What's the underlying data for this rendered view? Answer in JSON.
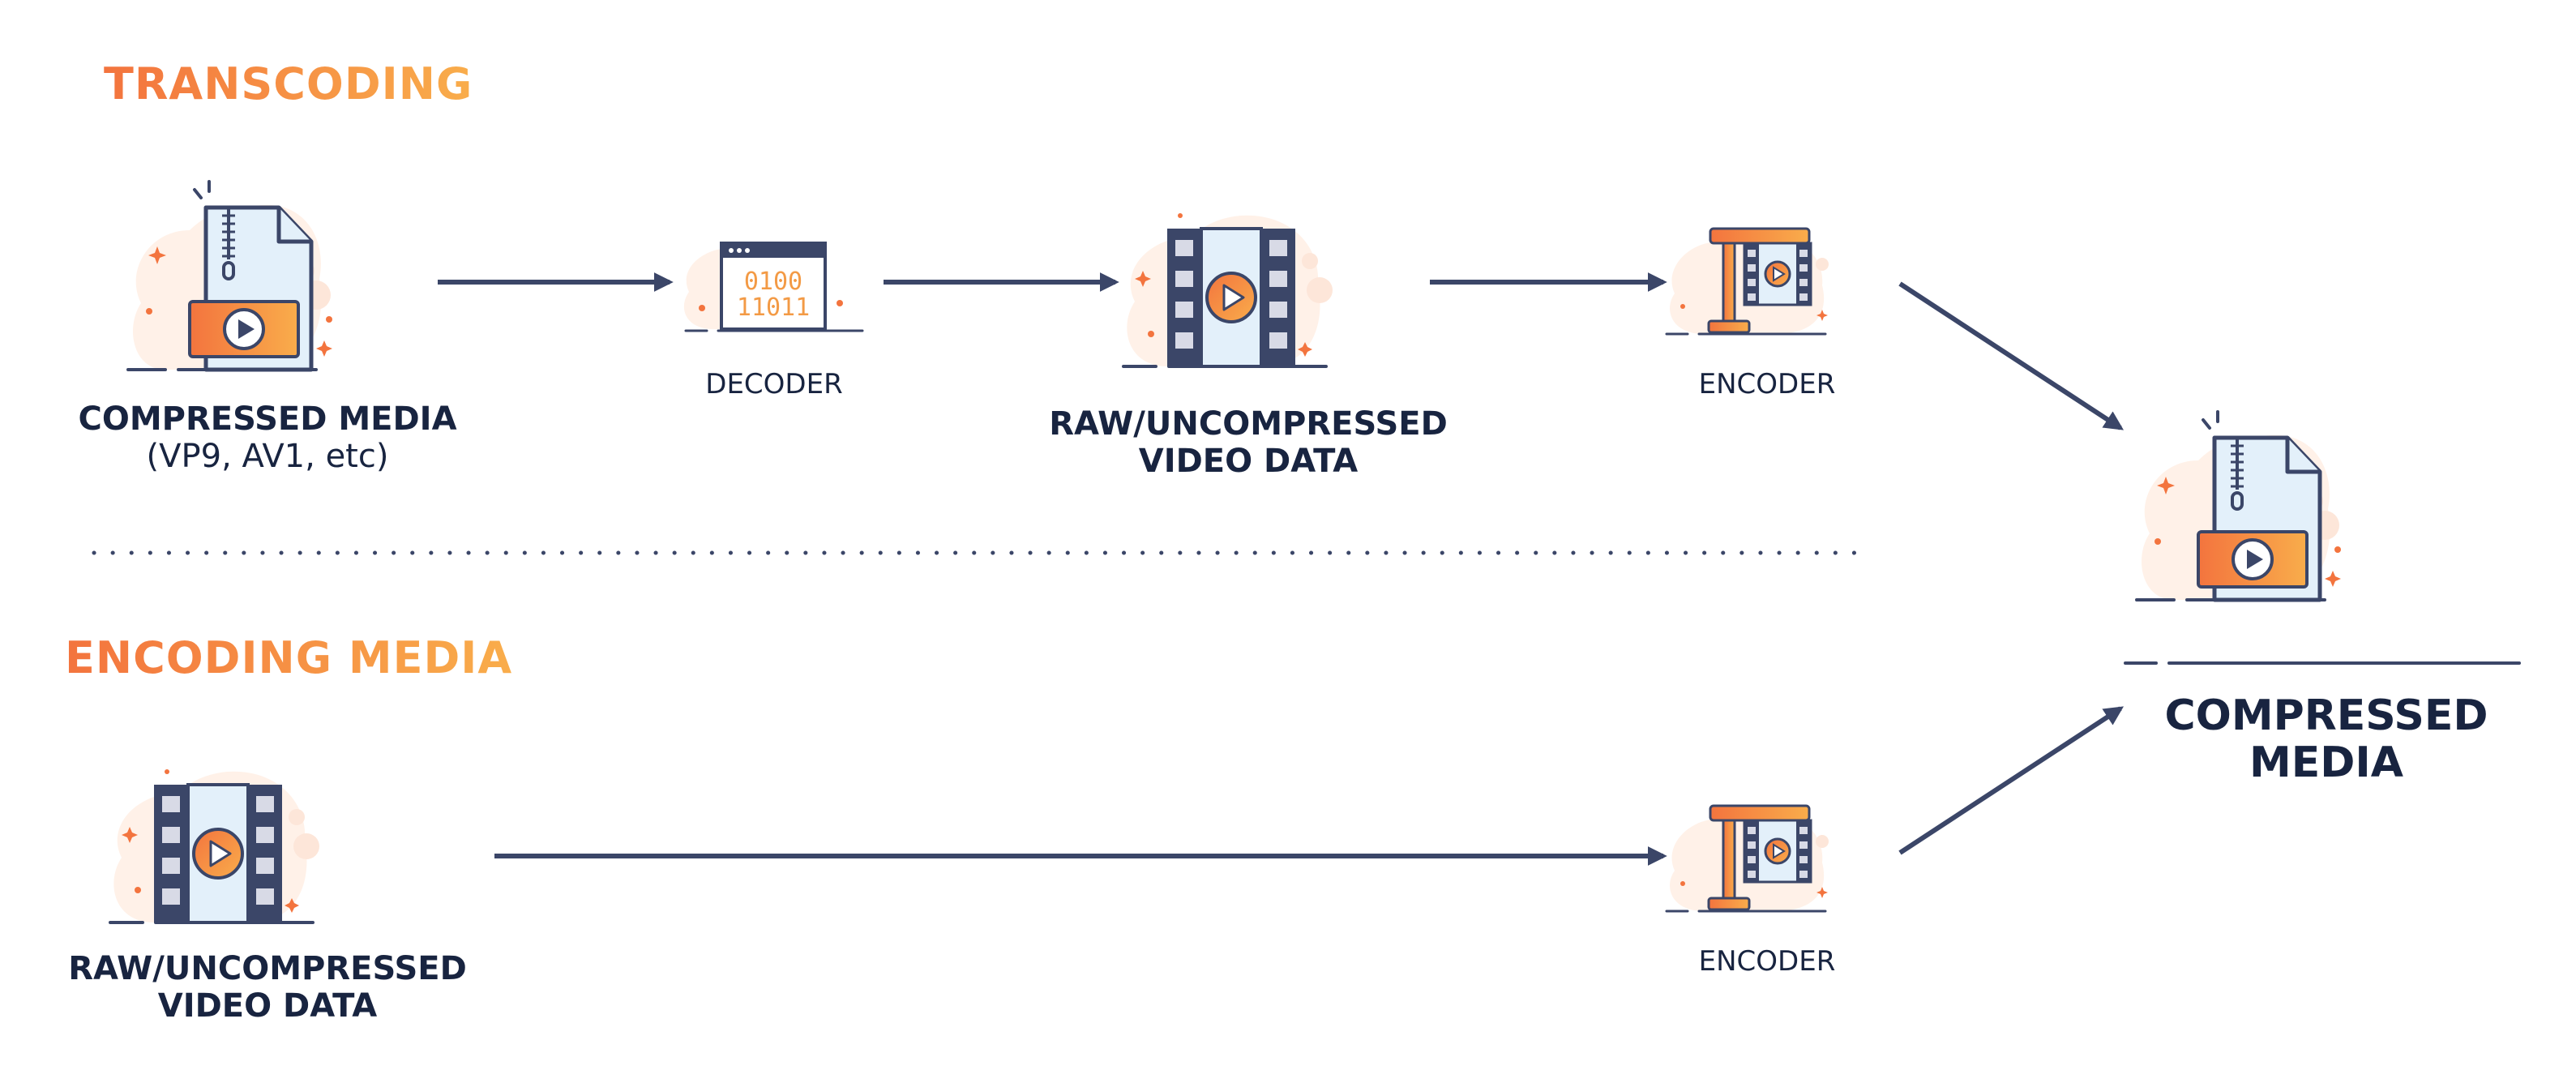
{
  "sections": {
    "transcoding_title": "TRANSCODING",
    "encoding_title": "ENCODING MEDIA"
  },
  "transcoding": {
    "source": {
      "label": "COMPRESSED MEDIA",
      "sublabel": "(VP9, AV1, etc)",
      "icon": "zip-video-file-icon"
    },
    "decoder": {
      "label": "DECODER",
      "icon": "binary-window-icon",
      "code_line1": "0100",
      "code_line2": "11011"
    },
    "raw": {
      "label_line1": "RAW/UNCOMPRESSED",
      "label_line2": "VIDEO DATA",
      "icon": "film-play-icon"
    },
    "encoder": {
      "label": "ENCODER",
      "icon": "encoder-press-icon"
    }
  },
  "encoding": {
    "raw": {
      "label_line1": "RAW/UNCOMPRESSED",
      "label_line2": "VIDEO DATA",
      "icon": "film-play-icon"
    },
    "encoder": {
      "label": "ENCODER",
      "icon": "encoder-press-icon"
    }
  },
  "output": {
    "label_line1": "COMPRESSED",
    "label_line2": "MEDIA",
    "icon": "zip-video-file-icon"
  },
  "colors": {
    "navy": "#3b4668",
    "text": "#182440",
    "orange": "#f3743e",
    "amber": "#f9ad4b",
    "light_blue": "#e3f0fa",
    "blob": "#fff1e8",
    "gray": "#c8cad6"
  }
}
